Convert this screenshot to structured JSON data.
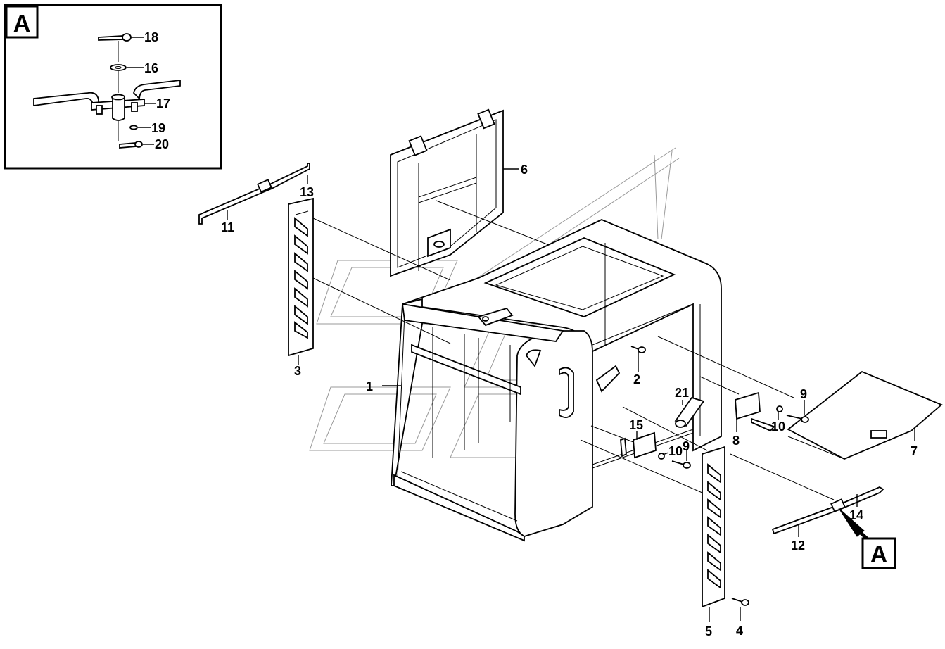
{
  "detail_view": {
    "tag": "A",
    "callouts": [
      "18",
      "16",
      "17",
      "19",
      "20"
    ]
  },
  "main_view": {
    "callouts": [
      "1",
      "2",
      "3",
      "4",
      "5",
      "6",
      "7",
      "8",
      "9",
      "10",
      "11",
      "12",
      "13",
      "14",
      "15",
      "21",
      "9",
      "10"
    ]
  },
  "view_pointer": {
    "tag": "A"
  }
}
